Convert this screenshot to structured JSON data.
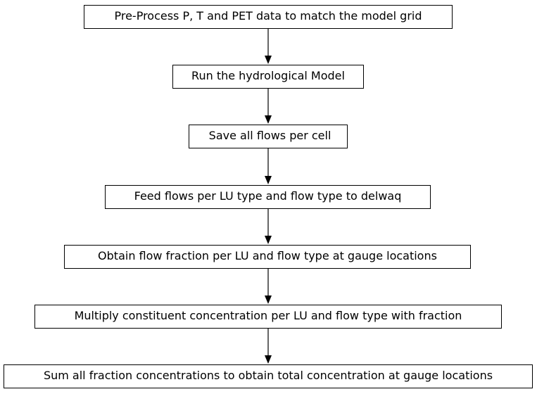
{
  "diagram": {
    "steps": [
      "Pre-Process P, T and PET data to match the model grid",
      "Run the hydrological Model",
      " Save all flows per cell",
      "Feed flows per LU type and flow type to delwaq",
      "Obtain flow fraction per LU and flow type at gauge locations",
      "Multiply constituent concentration per LU and flow type with fraction",
      "Sum all fraction concentrations to obtain total concentration at gauge locations"
    ],
    "colors": {
      "line": "#000000",
      "box_fill": "#ffffff",
      "text": "#000000"
    }
  }
}
